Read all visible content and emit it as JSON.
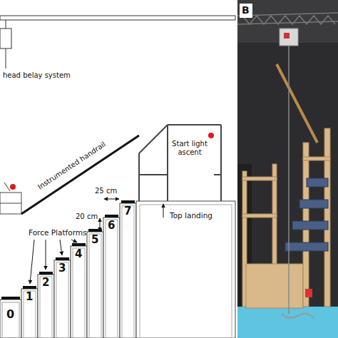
{
  "diagram": {
    "labels": [
      "head belay system",
      "Instrumented handrail",
      "Start light ascent",
      "25 cm",
      "20 cm",
      "Force Platforms",
      "Top landing",
      "0",
      "1",
      "2",
      "3",
      "4",
      "5",
      "6",
      "7",
      "B"
    ]
  }
}
